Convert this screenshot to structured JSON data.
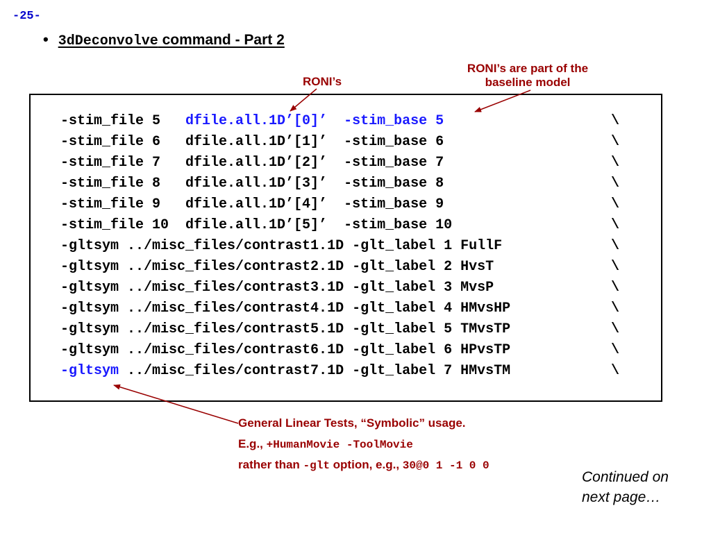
{
  "page_number": "-25-",
  "title": {
    "command": "3dDeconvolve",
    "rest": " command - Part 2"
  },
  "annotations": {
    "ronis": "RONI’s",
    "ronis_baseline_line1": "RONI’s are part of the",
    "ronis_baseline_line2": "baseline model"
  },
  "code_lines": [
    {
      "segments": [
        "-stim_file 5   ",
        "dfile.all.1D’[0]’  -stim_base 5"
      ],
      "highlight": [
        false,
        true
      ]
    },
    {
      "segments": [
        "-stim_file 6   dfile.all.1D’[1]’  -stim_base 6"
      ],
      "highlight": [
        false
      ]
    },
    {
      "segments": [
        "-stim_file 7   dfile.all.1D’[2]’  -stim_base 7"
      ],
      "highlight": [
        false
      ]
    },
    {
      "segments": [
        "-stim_file 8   dfile.all.1D’[3]’  -stim_base 8"
      ],
      "highlight": [
        false
      ]
    },
    {
      "segments": [
        "-stim_file 9   dfile.all.1D’[4]’  -stim_base 9"
      ],
      "highlight": [
        false
      ]
    },
    {
      "segments": [
        "-stim_file 10  dfile.all.1D’[5]’  -stim_base 10"
      ],
      "highlight": [
        false
      ]
    },
    {
      "segments": [
        "-gltsym ../misc_files/contrast1.1D -glt_label 1 FullF"
      ],
      "highlight": [
        false
      ]
    },
    {
      "segments": [
        "-gltsym ../misc_files/contrast2.1D -glt_label 2 HvsT"
      ],
      "highlight": [
        false
      ]
    },
    {
      "segments": [
        "-gltsym ../misc_files/contrast3.1D -glt_label 3 MvsP"
      ],
      "highlight": [
        false
      ]
    },
    {
      "segments": [
        "-gltsym ../misc_files/contrast4.1D -glt_label 4 HMvsHP"
      ],
      "highlight": [
        false
      ]
    },
    {
      "segments": [
        "-gltsym ../misc_files/contrast5.1D -glt_label 5 TMvsTP"
      ],
      "highlight": [
        false
      ]
    },
    {
      "segments": [
        "-gltsym ../misc_files/contrast6.1D -glt_label 6 HPvsTP"
      ],
      "highlight": [
        false
      ]
    },
    {
      "segments": [
        "-gltsym",
        " ../misc_files/contrast7.1D -glt_label 7 HMvsTM"
      ],
      "highlight": [
        true,
        false
      ]
    }
  ],
  "line_continuation": "\\",
  "notes": {
    "line1": "General Linear Tests, “Symbolic” usage.",
    "line2_prefix": "E.g., ",
    "line2_code": "+HumanMovie -ToolMovie",
    "line3_prefix": "rather than ",
    "line3_code1": "-glt",
    "line3_mid": " option, e.g., ",
    "line3_code2": "30@0 1 -1 0 0"
  },
  "continued_line1": "Continued on",
  "continued_line2": "next page…",
  "colors": {
    "accent_red": "#990000",
    "code_blue": "#1a1aff",
    "page_blue": "#0000cc"
  }
}
